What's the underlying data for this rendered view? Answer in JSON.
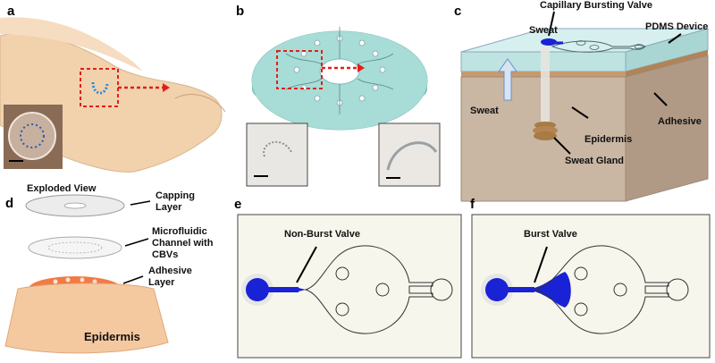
{
  "panels": {
    "a": {
      "letter": "a"
    },
    "b": {
      "letter": "b"
    },
    "c": {
      "letter": "c",
      "labels": {
        "valve": "Capillary Bursting Valve",
        "device": "PDMS Device",
        "sweat_top": "Sweat",
        "sweat_side": "Sweat",
        "adhesive": "Adhesive",
        "epidermis": "Epidermis",
        "gland": "Sweat Gland"
      }
    },
    "d": {
      "letter": "d",
      "labels": {
        "title": "Exploded View",
        "capping": "Capping\nLayer",
        "channel": "Microfluidic\nChannel with\nCBVs",
        "adhesive": "Adhesive\nLayer",
        "epidermis": "Epidermis"
      }
    },
    "e": {
      "letter": "e",
      "labels": {
        "valve": "Non-Burst Valve"
      }
    },
    "f": {
      "letter": "f",
      "labels": {
        "valve": "Burst Valve"
      }
    }
  },
  "colors": {
    "skin": "#f2d3ae",
    "device_teal": "#a8dcd6",
    "fluid_blue": "#1a22d6",
    "tissue": "#c9b6a3",
    "adhesive_orange": "#f27a45",
    "highlight_red": "#e0201a"
  }
}
